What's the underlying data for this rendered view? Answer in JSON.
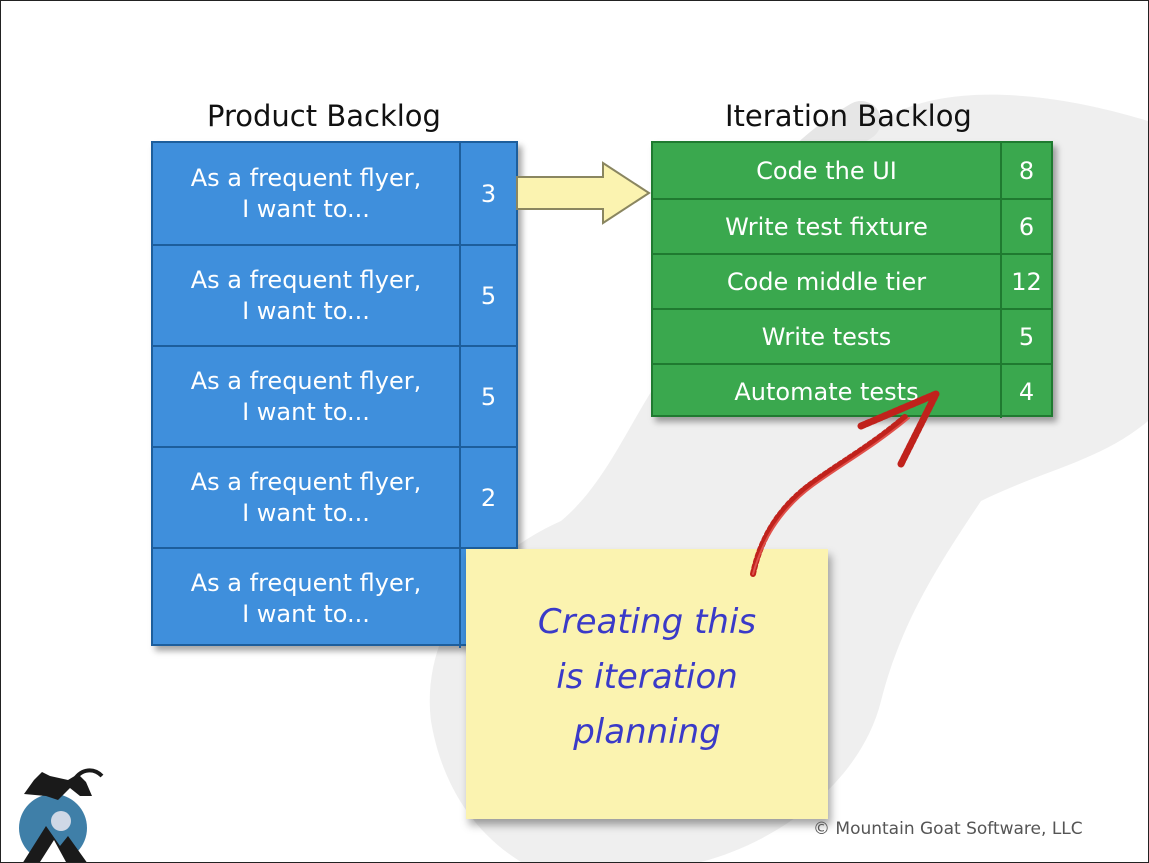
{
  "product_backlog": {
    "title": "Product Backlog",
    "items": [
      {
        "line1": "As a frequent flyer,",
        "line2": "I want to...",
        "points": "3"
      },
      {
        "line1": "As a frequent flyer,",
        "line2": "I want to...",
        "points": "5"
      },
      {
        "line1": "As a frequent flyer,",
        "line2": "I want to...",
        "points": "5"
      },
      {
        "line1": "As a frequent flyer,",
        "line2": "I want to...",
        "points": "2"
      },
      {
        "line1": "As a frequent flyer,",
        "line2": "I want to..."
      }
    ]
  },
  "iteration_backlog": {
    "title": "Iteration Backlog",
    "tasks": [
      {
        "name": "Code the UI",
        "hours": "8"
      },
      {
        "name": "Write test fixture",
        "hours": "6"
      },
      {
        "name": "Code middle tier",
        "hours": "12"
      },
      {
        "name": "Write tests",
        "hours": "5"
      },
      {
        "name": "Automate tests",
        "hours": "4"
      }
    ]
  },
  "sticky_note": {
    "line1": "Creating this",
    "line2": "is iteration",
    "line3": "planning"
  },
  "footer": {
    "copyright": "© Mountain Goat Software, LLC"
  },
  "colors": {
    "product_backlog_fill": "#3f8fdc",
    "iteration_backlog_fill": "#3aa84e",
    "arrow_fill": "#fbf3b0",
    "note_fill": "#fbf3b0",
    "note_text": "#3a3ac8",
    "scribble": "#c0221c"
  }
}
